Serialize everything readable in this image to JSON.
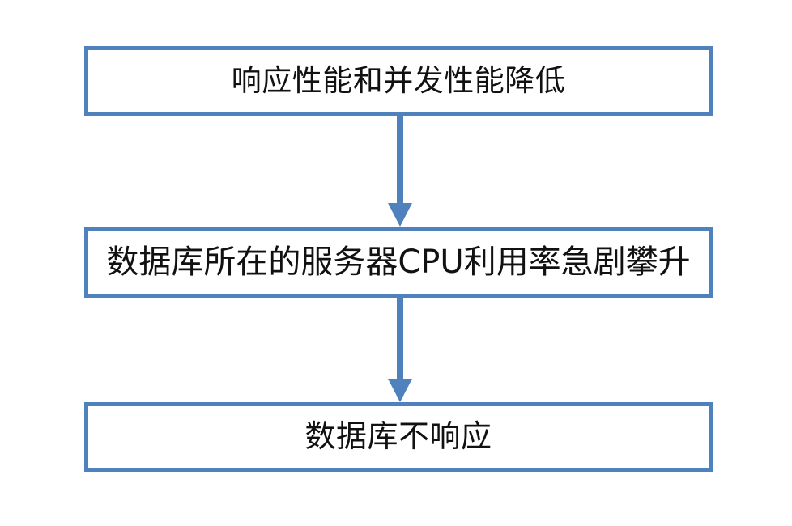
{
  "diagram": {
    "title": "",
    "type": "flowchart",
    "orientation": "vertical-top-down",
    "background_color": "#ffffff",
    "node_border_color": "#4f81bd",
    "node_fill_color": "#ffffff",
    "node_text_color": "#111111",
    "connector_color": "#4f81bd",
    "nodes": [
      {
        "id": "node-0",
        "label": "响应性能和并发性能降低",
        "shape": "rectangle"
      },
      {
        "id": "node-1",
        "label": "数据库所在的服务器CPU利用率急剧攀升",
        "shape": "rectangle"
      },
      {
        "id": "node-2",
        "label": "数据库不响应",
        "shape": "rectangle"
      }
    ],
    "connectors": [
      {
        "id": "connector-0",
        "from": "node-0",
        "to": "node-1",
        "style": "solid-arrow",
        "label": ""
      },
      {
        "id": "connector-1",
        "from": "node-1",
        "to": "node-2",
        "style": "solid-arrow",
        "label": ""
      }
    ]
  }
}
